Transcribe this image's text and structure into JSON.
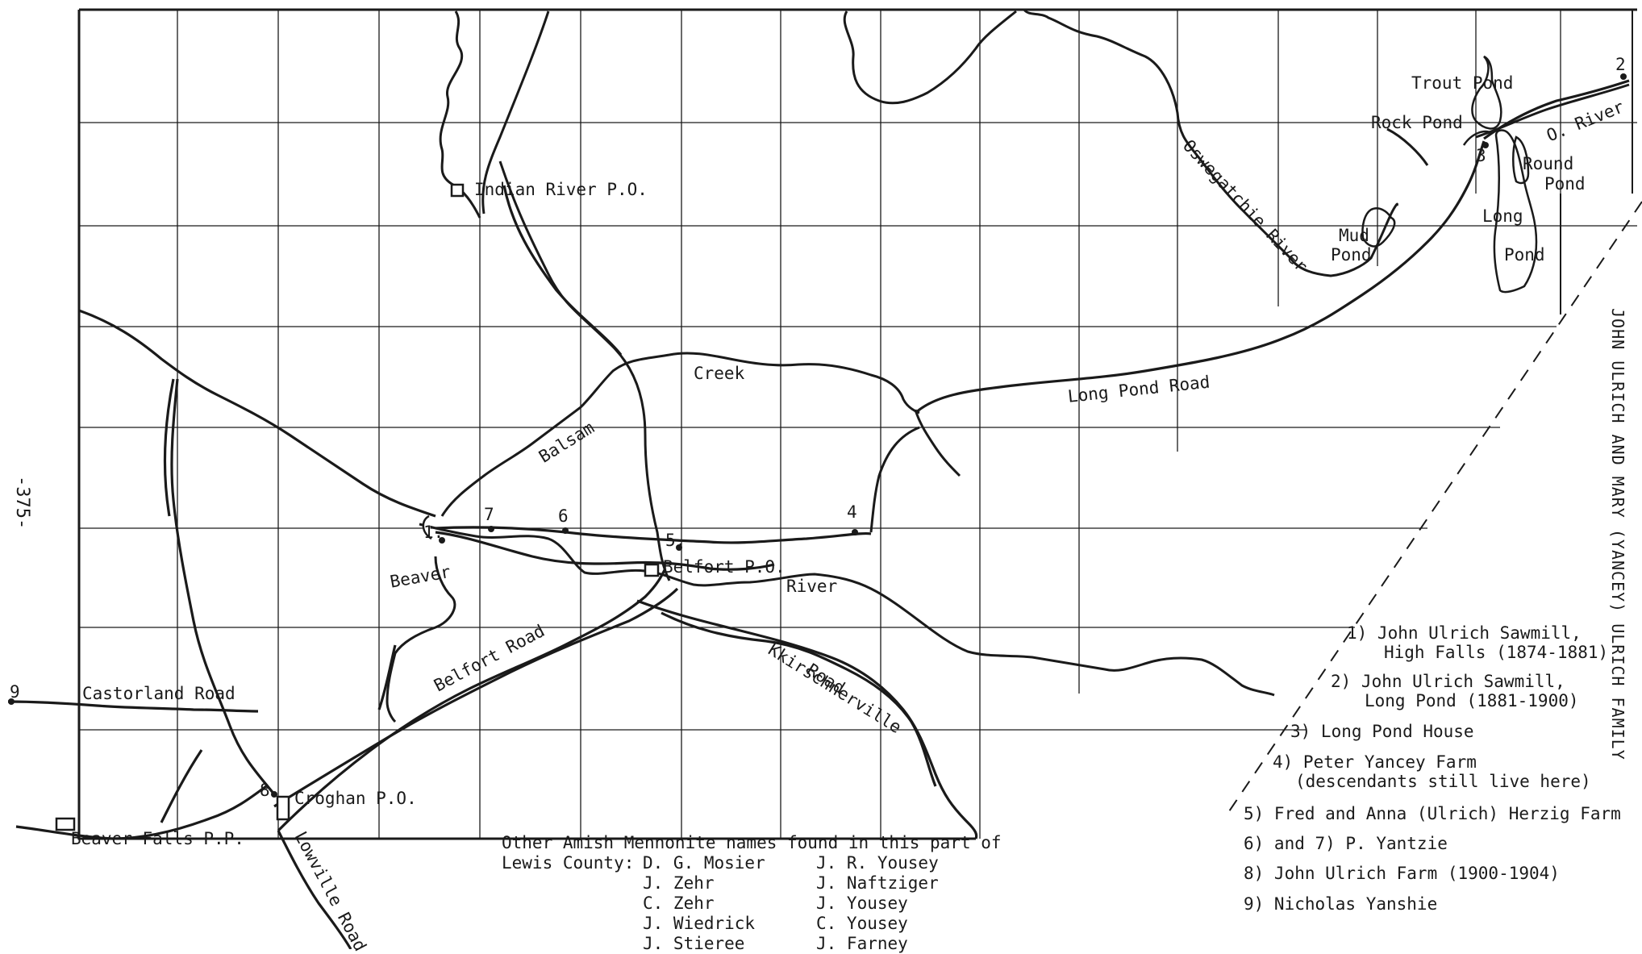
{
  "page_number": "-375-",
  "side_title": "JOHN ULRICH AND MARY (YANCEY) ULRICH FAMILY",
  "places": {
    "indian_river_po": "Indian River P.O.",
    "belfort_po": "Belfort P.O.",
    "croghan_po": "Croghan P.O.",
    "beaver_falls_pp": "Beaver Falls P.P.",
    "trout_pond": "Trout Pond",
    "rock_pond": "Rock Pond",
    "round_pond_1": "Round",
    "round_pond_2": "Pond",
    "long_pond_1": "Long",
    "long_pond_2": "Pond",
    "mud_pond_1": "Mud",
    "mud_pond_2": "Pond",
    "o_river": "O. River",
    "oswegatchie_river": "Oswegatchie River",
    "creek": "Creek",
    "balsam": "Balsam",
    "beaver": "Beaver",
    "river": "River",
    "long_pond_road": "Long Pond Road",
    "belfort_road": "Belfort Road",
    "kirschnerville_road_1": "Kkirschnerville",
    "kirschnerville_road_2": "Road",
    "castorland_road": "Castorland Road",
    "lowville_road": "Lowville Road"
  },
  "markers": {
    "m1": "1.",
    "m2": "2",
    "m3": "3",
    "m4": "4",
    "m5": "5.",
    "m6": "6",
    "m7": "7",
    "m8": "8",
    "m9": "9"
  },
  "legend": [
    "1) John Ulrich Sawmill,",
    "High Falls (1874-1881)",
    "2) John Ulrich Sawmill,",
    "Long Pond (1881-1900)",
    "3) Long Pond House",
    "4) Peter Yancey Farm",
    "(descendants still live here)",
    "5) Fred and Anna (Ulrich) Herzig Farm",
    "6) and 7) P. Yantzie",
    "8) John Ulrich Farm (1900-1904)",
    "9) Nicholas Yanshie"
  ],
  "other_names": {
    "heading_1": "Other Amish Mennonite names found in this part of",
    "heading_2": "Lewis County:",
    "col1": [
      "D. G. Mosier",
      "J. Zehr",
      "C. Zehr",
      "J. Wiedrick",
      "J. Stieree"
    ],
    "col2": [
      "J. R. Yousey",
      "J. Naftziger",
      "J. Yousey",
      "C. Yousey",
      "J. Farney"
    ]
  }
}
